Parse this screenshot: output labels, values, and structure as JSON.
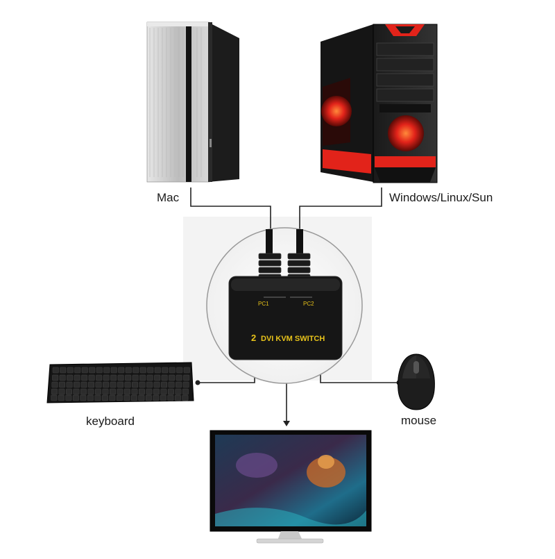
{
  "labels": {
    "mac": "Mac",
    "windows": "Windows/Linux/Sun",
    "keyboard": "keyboard",
    "mouse": "mouse"
  },
  "kvm": {
    "title": "DVI KVM SWITCH",
    "logo_digit": "2",
    "port1": "PC1",
    "port2": "PC2"
  },
  "colors": {
    "line": "#222222",
    "kvm_text": "#e8c31a",
    "red_glow": "#e2231a",
    "silver": "#c9c9c9"
  },
  "icons": [
    "mac-tower-icon",
    "gaming-tower-icon",
    "kvm-switch-icon",
    "keyboard-icon",
    "mouse-icon",
    "monitor-icon"
  ]
}
